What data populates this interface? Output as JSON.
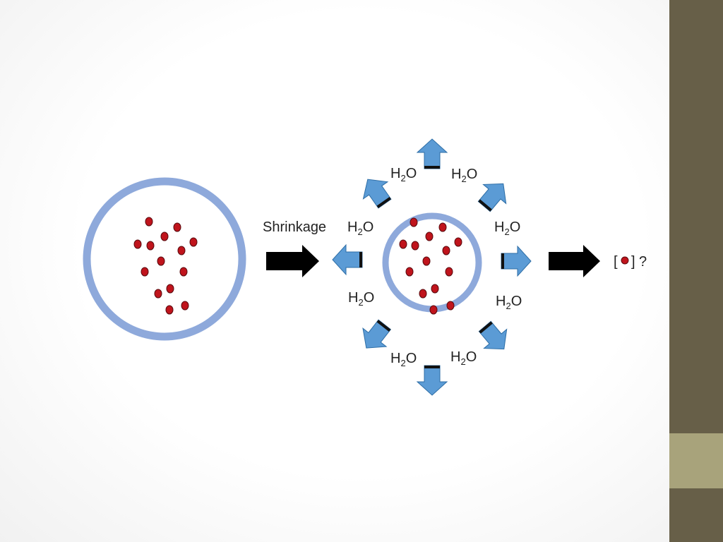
{
  "colors": {
    "membrane": "#8ea9db",
    "membrane_stroke": "#7b96c8",
    "solute": "#c0141c",
    "solute_stroke": "#5b0a0e",
    "water_arrow": "#5b9bd5",
    "water_arrow_stroke": "#2e6ea6",
    "process_arrow": "#000000",
    "bar_dark": "#675f48",
    "bar_light": "#a8a37b"
  },
  "labels": {
    "process": "Shrinkage",
    "water": "H",
    "water_sub": "2",
    "water_tail": "O",
    "bracket_open": "[",
    "bracket_close": "]",
    "question": "?"
  }
}
